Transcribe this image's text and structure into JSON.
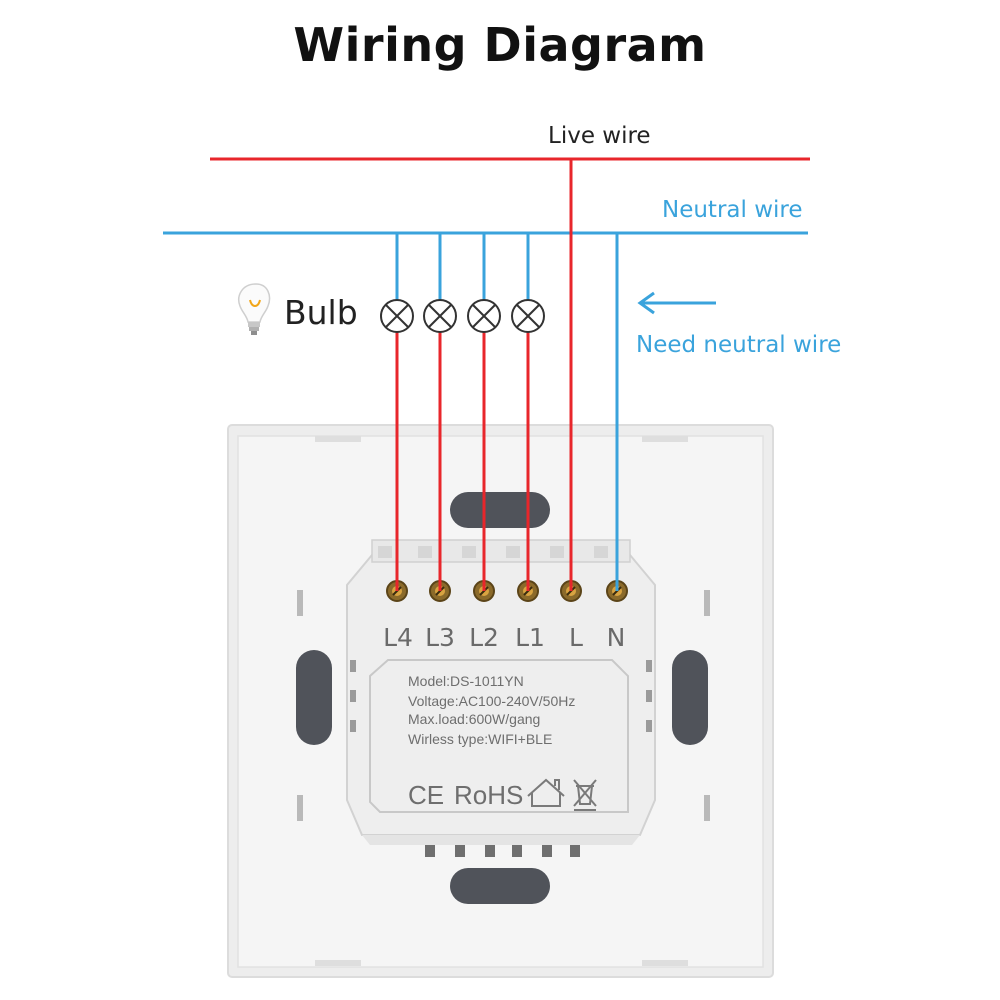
{
  "title": "Wiring Diagram",
  "labels": {
    "live_wire": "Live wire",
    "neutral_wire": "Neutral wire",
    "bulb": "Bulb",
    "need_neutral": "Need neutral wire"
  },
  "terminals": [
    "L4",
    "L3",
    "L2",
    "L1",
    "L",
    "N"
  ],
  "label_plate": {
    "model": "Model:DS-1011YN",
    "voltage": "Voltage:AC100-240V/50Hz",
    "max_load": "Max.load:600W/gang",
    "wireless": "Wirless type:WIFI+BLE",
    "ce": "CE",
    "rohs": "RoHS"
  },
  "colors": {
    "live": "#e8262b",
    "neutral": "#3aa3dc",
    "panel": "#f2f2f2",
    "module": "#eeeeee",
    "text_gray": "#6e6e6e"
  }
}
